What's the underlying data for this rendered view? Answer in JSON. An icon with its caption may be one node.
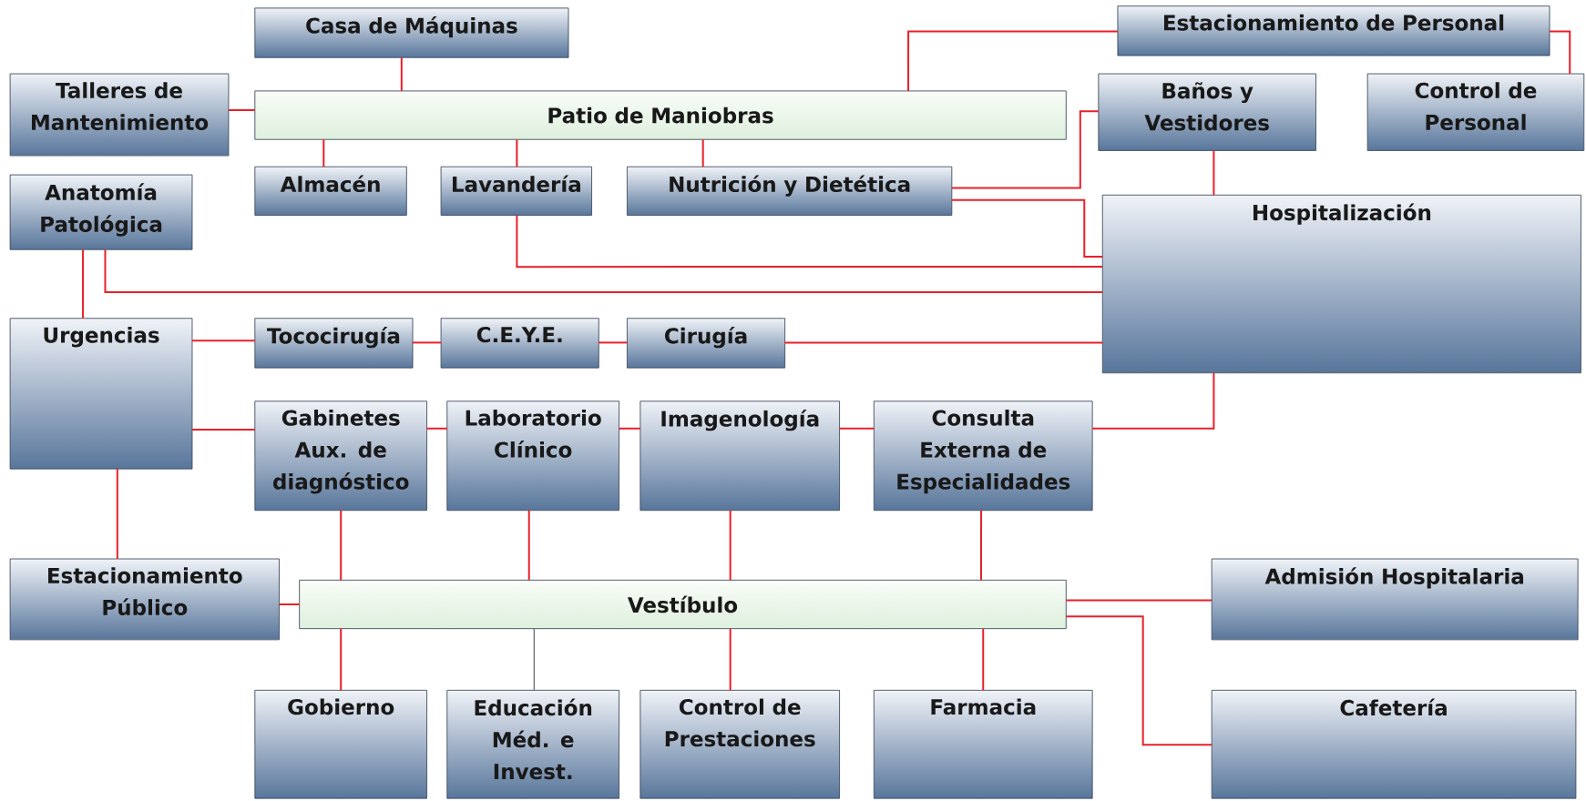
{
  "diagram": {
    "nodes": [
      {
        "text": [
          "Casa de Máquinas"
        ]
      },
      {
        "text": [
          "Talleres de Mantenimiento"
        ]
      },
      {
        "text": [
          "Patio de Maniobras"
        ]
      },
      {
        "text": [
          "Estacionamiento de Personal"
        ]
      },
      {
        "text": [
          "Baños y Vestidores"
        ]
      },
      {
        "text": [
          "Control de Personal"
        ]
      },
      {
        "text": [
          "Almacén"
        ]
      },
      {
        "text": [
          "Lavandería"
        ]
      },
      {
        "text": [
          "Nutrición y Dietética"
        ]
      },
      {
        "text": [
          "Anatomía Patológica"
        ]
      },
      {
        "text": [
          "Hospitalización"
        ]
      },
      {
        "text": [
          "Urgencias"
        ]
      },
      {
        "text": [
          "Tococirugía"
        ]
      },
      {
        "text": [
          "C.E.Y.E."
        ]
      },
      {
        "text": [
          "Cirugía"
        ]
      },
      {
        "text": [
          "Gabinetes Aux. de diagnóstico"
        ]
      },
      {
        "text": [
          "Laboratorio Clínico"
        ]
      },
      {
        "text": [
          "Imagenología"
        ]
      },
      {
        "text": [
          "Consulta Externa de Especialidades"
        ]
      },
      {
        "text": [
          "Estacionamiento Público"
        ]
      },
      {
        "text": [
          "Vestíbulo"
        ]
      },
      {
        "text": [
          "Admisión Hospitalaria"
        ]
      },
      {
        "text": [
          "Gobierno"
        ]
      },
      {
        "text": [
          "Educación Méd. e Invest."
        ]
      },
      {
        "text": [
          "Control de Prestaciones"
        ]
      },
      {
        "text": [
          "Farmacia"
        ]
      },
      {
        "text": [
          "Cafetería"
        ]
      }
    ],
    "edges": [
      {
        "from": 0,
        "to": 2,
        "arrow": "none"
      },
      {
        "from": 1,
        "to": 2,
        "arrow": "none"
      },
      {
        "from": 2,
        "to": 3,
        "arrow": "none"
      },
      {
        "from": 3,
        "to": 5,
        "arrow": "none"
      },
      {
        "from": 2,
        "to": 6,
        "arrow": "none"
      },
      {
        "from": 2,
        "to": 7,
        "arrow": "none"
      },
      {
        "from": 2,
        "to": 8,
        "arrow": "none"
      },
      {
        "from": 8,
        "to": 4,
        "arrow": "none"
      },
      {
        "from": 8,
        "to": 10,
        "arrow": "none"
      },
      {
        "from": 4,
        "to": 10,
        "arrow": "none"
      },
      {
        "from": 7,
        "to": 10,
        "arrow": "none"
      },
      {
        "from": 9,
        "to": 10,
        "arrow": "none"
      },
      {
        "from": 9,
        "to": 11,
        "arrow": "none"
      },
      {
        "from": 11,
        "to": 12,
        "arrow": "none"
      },
      {
        "from": 12,
        "to": 13,
        "arrow": "none"
      },
      {
        "from": 13,
        "to": 14,
        "arrow": "none"
      },
      {
        "from": 14,
        "to": 10,
        "arrow": "none"
      },
      {
        "from": 11,
        "to": 15,
        "arrow": "none"
      },
      {
        "from": 15,
        "to": 16,
        "arrow": "none"
      },
      {
        "from": 16,
        "to": 17,
        "arrow": "none"
      },
      {
        "from": 17,
        "to": 18,
        "arrow": "none"
      },
      {
        "from": 18,
        "to": 10,
        "arrow": "none"
      },
      {
        "from": 11,
        "to": 19,
        "arrow": "none"
      },
      {
        "from": 15,
        "to": 20,
        "arrow": "none"
      },
      {
        "from": 16,
        "to": 20,
        "arrow": "none"
      },
      {
        "from": 17,
        "to": 20,
        "arrow": "none"
      },
      {
        "from": 18,
        "to": 20,
        "arrow": "none"
      },
      {
        "from": 19,
        "to": 20,
        "arrow": "none"
      },
      {
        "from": 20,
        "to": 21,
        "arrow": "none"
      },
      {
        "from": 20,
        "to": 26,
        "arrow": "none"
      },
      {
        "from": 20,
        "to": 22,
        "arrow": "none"
      },
      {
        "from": 20,
        "to": 23,
        "arrow": "none",
        "color": "#444444"
      },
      {
        "from": 20,
        "to": 24,
        "arrow": "none"
      },
      {
        "from": 20,
        "to": 25,
        "arrow": "none"
      }
    ]
  }
}
